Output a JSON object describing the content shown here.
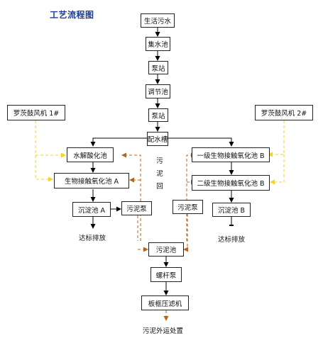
{
  "title": "工艺流程图",
  "nodes": {
    "sewage": "生活污水",
    "collection_tank": "集水池",
    "pump_station_1": "泵站",
    "regulating_tank": "调节池",
    "pump_station_2": "泵站",
    "distribution_well": "配水槽",
    "blower_1": "罗茨鼓风机 1#",
    "blower_2": "罗茨鼓风机 2#",
    "hydrolysis_tank": "水解酸化池",
    "bio_contact_a": "生物接触氧化池 A",
    "sedimentation_a": "沉淀池 A",
    "sludge_pump_a": "污泥泵",
    "primary_bio_b": "一级生物接触氧化池 B",
    "secondary_bio_b": "二级生物接触氧化池 B",
    "sludge_pump_b": "污泥泵",
    "sedimentation_b": "沉淀池 B",
    "sludge_tank": "污泥池",
    "screw_pump": "螺杆泵",
    "filter_press": "板框压滤机"
  },
  "labels": {
    "discharge_a": "达标排放",
    "discharge_b": "达标排放",
    "sludge_return": [
      "污",
      "泥",
      "回"
    ],
    "sludge_out": "污泥外运处置"
  },
  "colors": {
    "title": "#1f3a93",
    "air_line": "#f5d327",
    "sludge_line": "#b5651d",
    "process_line": "#000000"
  }
}
